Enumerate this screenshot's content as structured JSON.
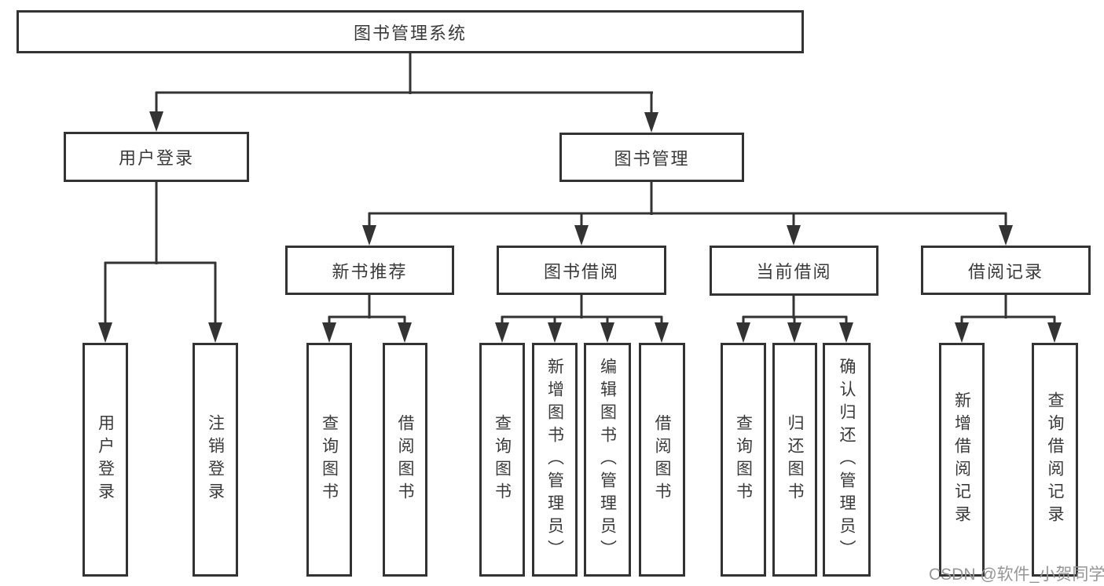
{
  "nodes": {
    "root": {
      "label": "图书管理系统"
    },
    "user_login": {
      "label": "用户登录"
    },
    "book_mgmt": {
      "label": "图书管理"
    },
    "new_book_rec": {
      "label": "新书推荐"
    },
    "book_borrow": {
      "label": "图书借阅"
    },
    "current_borrow": {
      "label": "当前借阅"
    },
    "borrow_record": {
      "label": "借阅记录"
    },
    "leaf_user_login": {
      "label": "用户登录"
    },
    "leaf_logout": {
      "label": "注销登录"
    },
    "leaf_query_book_newrec": {
      "label": "查询图书"
    },
    "leaf_borrow_book_newrec": {
      "label": "借阅图书"
    },
    "leaf_query_book_borrow": {
      "label": "查询图书"
    },
    "leaf_add_book": {
      "label": "新增图书（管理员）"
    },
    "leaf_edit_book": {
      "label": "编辑图书（管理员）"
    },
    "leaf_borrow_book_borrow": {
      "label": "借阅图书"
    },
    "leaf_query_book_current": {
      "label": "查询图书"
    },
    "leaf_return_book": {
      "label": "归还图书"
    },
    "leaf_confirm_return": {
      "label": "确认归还（管理员）"
    },
    "leaf_add_borrow_record": {
      "label": "新增借阅记录"
    },
    "leaf_query_borrow_record": {
      "label": "查询借阅记录"
    }
  },
  "hierarchy": {
    "图书管理系统": {
      "用户登录": [
        "用户登录",
        "注销登录"
      ],
      "图书管理": {
        "新书推荐": [
          "查询图书",
          "借阅图书"
        ],
        "图书借阅": [
          "查询图书",
          "新增图书（管理员）",
          "编辑图书（管理员）",
          "借阅图书"
        ],
        "当前借阅": [
          "查询图书",
          "归还图书",
          "确认归还（管理员）"
        ],
        "借阅记录": [
          "新增借阅记录",
          "查询借阅记录"
        ]
      }
    }
  },
  "watermark": {
    "text": "CSDN @软件_小贺同学"
  },
  "colors": {
    "line": "#333333",
    "text": "#3a3a3a",
    "watermark": "#969696",
    "background": "#ffffff"
  }
}
